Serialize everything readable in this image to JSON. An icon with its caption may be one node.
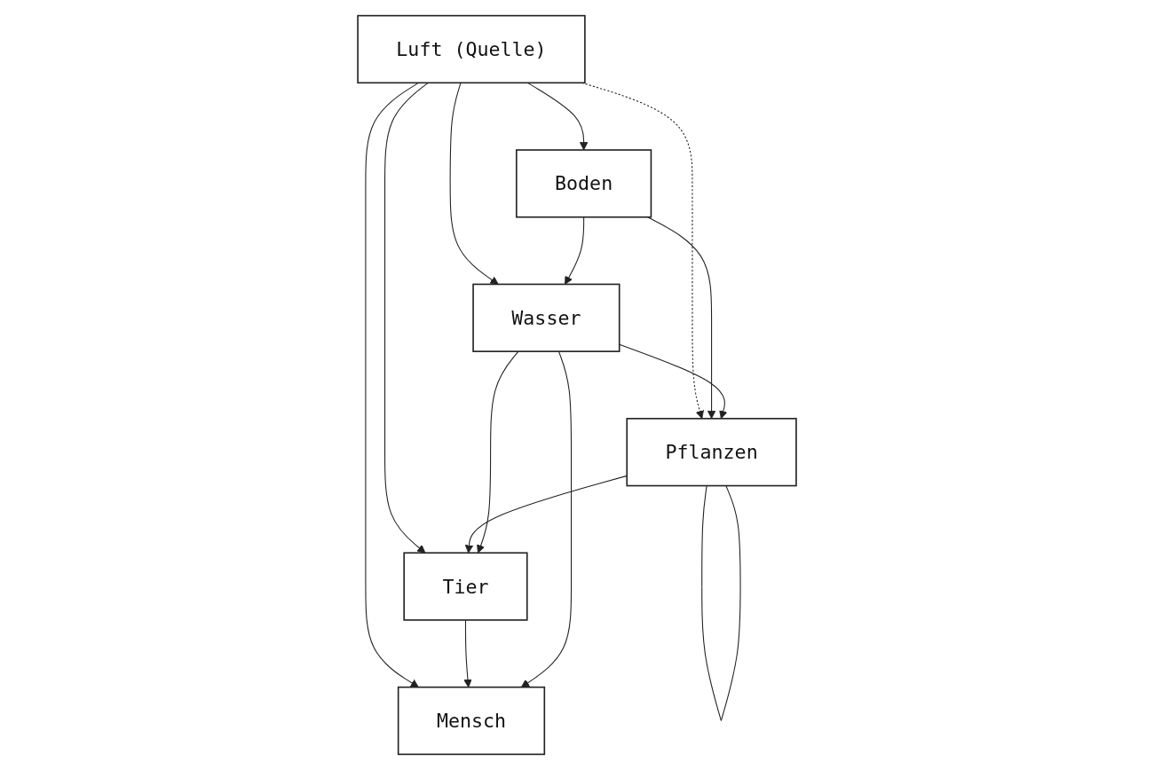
{
  "diagram": {
    "nodes": [
      {
        "text": [
          "Luft (Quelle)"
        ]
      },
      {
        "text": [
          "Pflanzen"
        ]
      },
      {
        "text": [
          "Tier"
        ]
      },
      {
        "text": [
          "Mensch"
        ]
      },
      {
        "text": [
          "Boden"
        ]
      },
      {
        "text": [
          "Wasser"
        ]
      }
    ],
    "edges": [
      {
        "from": 0,
        "to": 2,
        "arrow": "to"
      },
      {
        "from": 0,
        "to": 3,
        "arrow": "to"
      },
      {
        "from": 0,
        "to": 1,
        "arrow": "to",
        "style": "dashed"
      },
      {
        "from": 0,
        "to": 4,
        "arrow": "to"
      },
      {
        "from": 0,
        "to": 5,
        "arrow": "to"
      },
      {
        "from": 1,
        "to": 1,
        "arrow": "none"
      },
      {
        "from": 1,
        "to": 2,
        "arrow": "to"
      },
      {
        "from": 2,
        "to": 3,
        "arrow": "to"
      },
      {
        "from": 4,
        "to": 1,
        "arrow": "to"
      },
      {
        "from": 4,
        "to": 5,
        "arrow": "to"
      },
      {
        "from": 5,
        "to": 1,
        "arrow": "to"
      },
      {
        "from": 5,
        "to": 2,
        "arrow": "to"
      },
      {
        "from": 5,
        "to": 3,
        "arrow": "to"
      }
    ]
  }
}
